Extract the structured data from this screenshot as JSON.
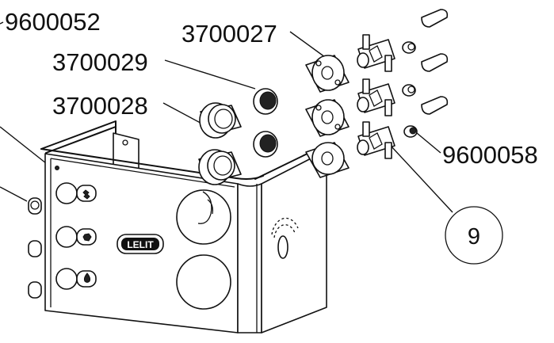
{
  "callouts": {
    "c9600052": "9600052",
    "c3700027": "3700027",
    "c3700029": "3700029",
    "c3700028": "3700028",
    "c9600058": "9600058",
    "c9": "9"
  },
  "brand_logo": "LELIT"
}
